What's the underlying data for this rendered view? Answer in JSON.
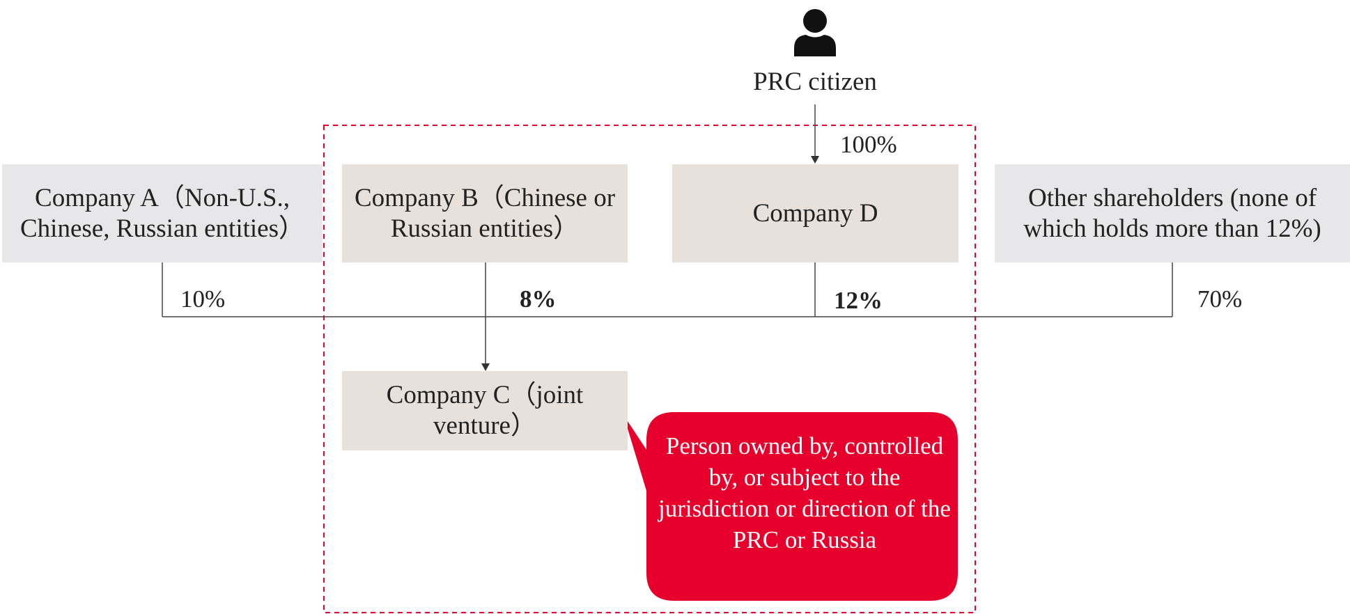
{
  "owner": {
    "label": "PRC citizen",
    "icon": "person-icon"
  },
  "entities": {
    "company_a": "Company A（Non-U.S., Chinese, Russian entities）",
    "company_b": "Company B（Chinese or Russian entities）",
    "company_c": "Company C（joint venture）",
    "company_d": "Company D",
    "other_shareholders": "Other shareholders (none of which holds more than 12%)"
  },
  "ownership": {
    "prc_to_d": "100%",
    "company_a": "10%",
    "company_b": "8%",
    "company_d": "12%",
    "other_shareholders": "70%"
  },
  "callout": {
    "text": "Person owned by, controlled by, or subject to the jurisdiction or direction of the PRC or Russia"
  },
  "colors": {
    "callout_red": "#e8002c",
    "dashed_border_red": "#e8002c",
    "grey_box": "#e7e7e9",
    "beige_box": "#e8e1db",
    "line": "#444444"
  }
}
